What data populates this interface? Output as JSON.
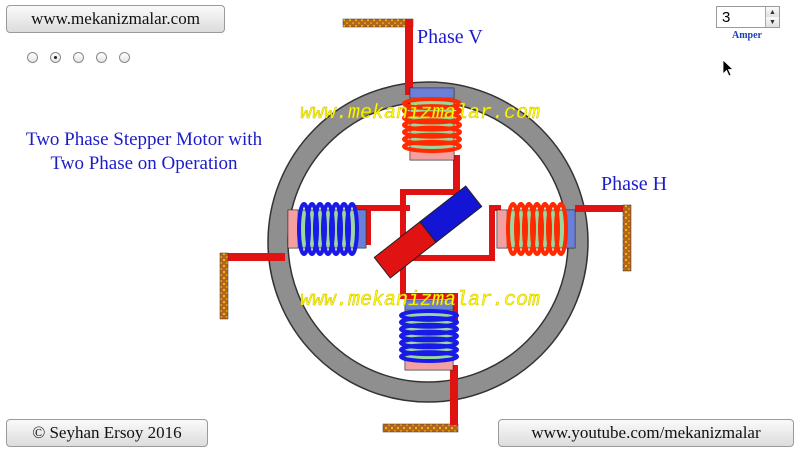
{
  "header": {
    "website_button": "www.mekanizmalar.com",
    "radio_options": [
      {
        "selected": false
      },
      {
        "selected": true
      },
      {
        "selected": false
      },
      {
        "selected": false
      },
      {
        "selected": false
      }
    ]
  },
  "current_control": {
    "value": "3",
    "unit": "Amper",
    "up_icon": "triangle-up",
    "down_icon": "triangle-down"
  },
  "title": {
    "line1": "Two Phase Stepper Motor with",
    "line2": "Two Phase on Operation"
  },
  "phases": {
    "v_label": "Phase V",
    "h_label": "Phase H"
  },
  "watermark": "www.mekanizmalar.com",
  "footer": {
    "copyright_button": "© Seyhan Ersoy 2016",
    "youtube_button": "www.youtube.com/mekanizmalar"
  },
  "colors": {
    "stator": "#8f8f8f",
    "wire": "#e01212",
    "magnet_n": "#1414d4",
    "magnet_s": "#e01212",
    "coil_active": "#ff2a00",
    "coil_inactive": "#1a1ae6",
    "text_blue": "#1c1cc8",
    "watermark": "#ffff00"
  }
}
